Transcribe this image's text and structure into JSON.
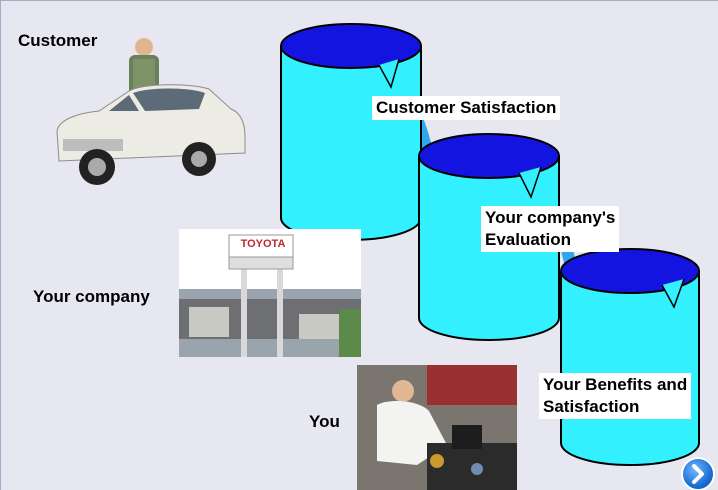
{
  "labels": {
    "customer": "Customer",
    "your_company": "Your company",
    "you": "You",
    "customer_satisfaction": "Customer Satisfaction",
    "company_evaluation_line1": "Your company's",
    "company_evaluation_line2": "Evaluation",
    "benefits_line1": "Your Benefits and",
    "benefits_line2": "Satisfaction"
  },
  "photos": {
    "dealer_sign": "TOYOTA"
  },
  "colors": {
    "background": "#e7e7f2",
    "tank_body": "#33f0ff",
    "tank_top": "#1414e0",
    "flow": "#2fa6f0",
    "next_button": "#1b6fd6"
  },
  "icons": {
    "next": "chevron-right-icon"
  }
}
